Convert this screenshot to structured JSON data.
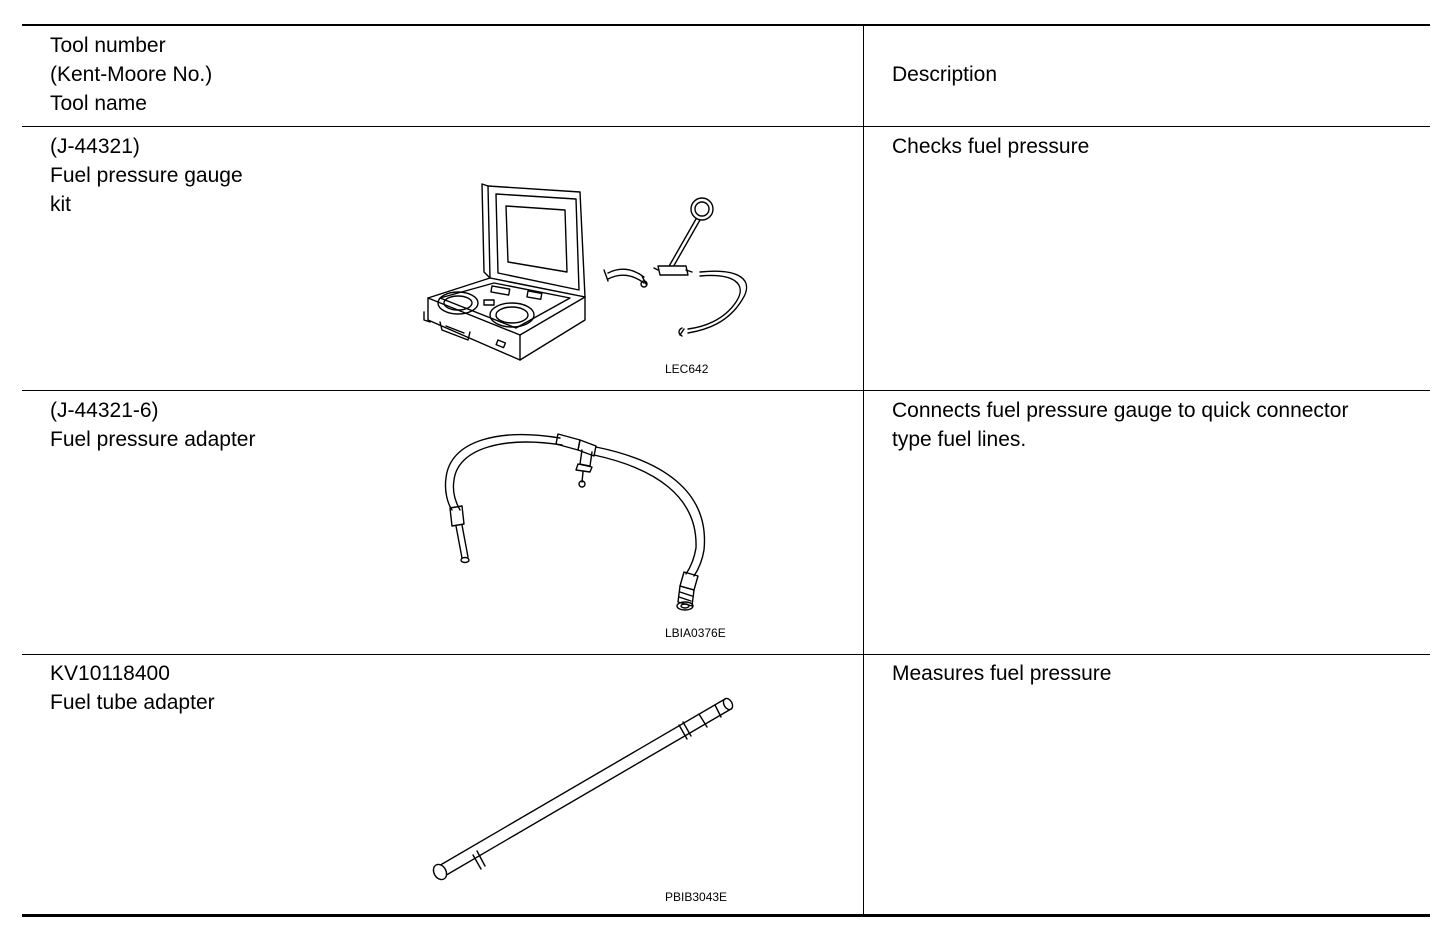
{
  "table": {
    "header": {
      "tool_lines": [
        "Tool number",
        "(Kent-Moore No.)",
        "Tool name"
      ],
      "description": "Description"
    },
    "rows": [
      {
        "tool_lines": [
          "(J-44321)",
          "Fuel pressure gauge",
          "kit"
        ],
        "description_lines": [
          "Checks fuel pressure"
        ],
        "figure_code": "LEC642"
      },
      {
        "tool_lines": [
          "(J-44321-6)",
          "Fuel pressure adapter"
        ],
        "description_lines": [
          "Connects fuel pressure gauge to quick connector",
          "type fuel lines."
        ],
        "figure_code": "LBIA0376E"
      },
      {
        "tool_lines": [
          "KV10118400",
          "Fuel tube adapter"
        ],
        "description_lines": [
          "Measures fuel pressure"
        ],
        "figure_code": "PBIB3043E"
      }
    ]
  }
}
